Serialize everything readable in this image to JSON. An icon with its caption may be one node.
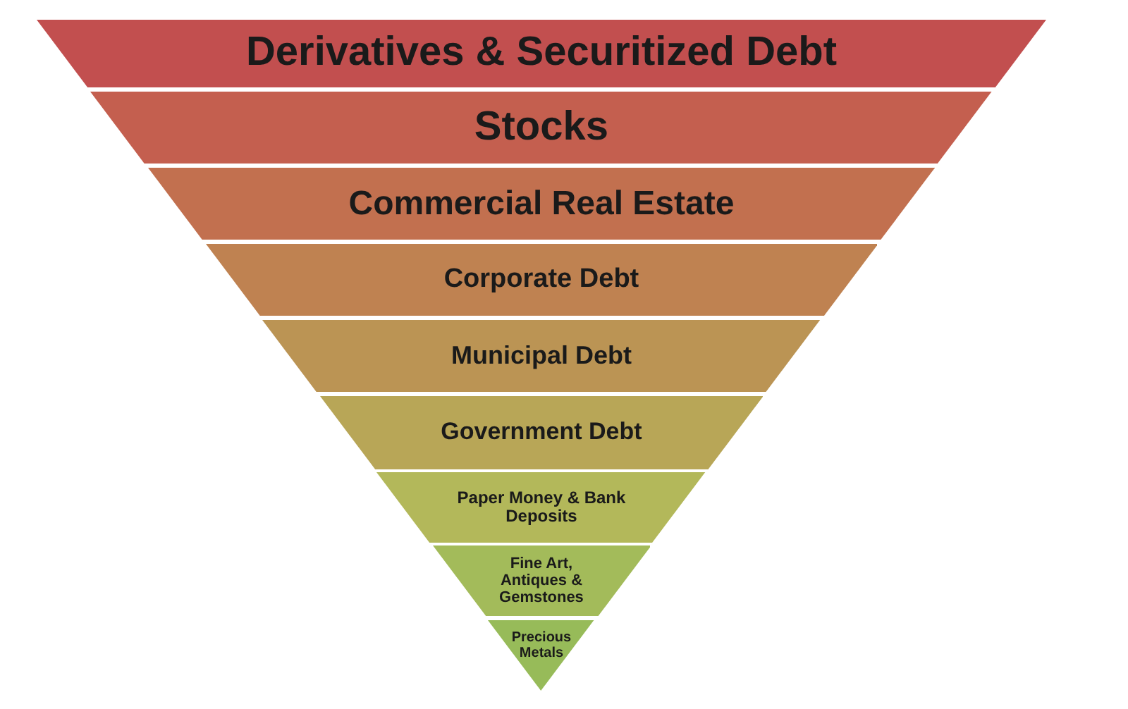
{
  "diagram": {
    "nodes": [
      {
        "text": [
          "Derivatives & Securitized Debt"
        ]
      },
      {
        "text": [
          "Stocks"
        ]
      },
      {
        "text": [
          "Commercial Real Estate"
        ]
      },
      {
        "text": [
          "Corporate Debt"
        ]
      },
      {
        "text": [
          "Municipal Debt"
        ]
      },
      {
        "text": [
          "Government Debt"
        ]
      },
      {
        "text": [
          "Paper Money & Bank Deposits"
        ]
      },
      {
        "text": [
          "Fine Art, Antiques & Gemstones"
        ]
      },
      {
        "text": [
          "Precious Metals"
        ]
      }
    ]
  }
}
